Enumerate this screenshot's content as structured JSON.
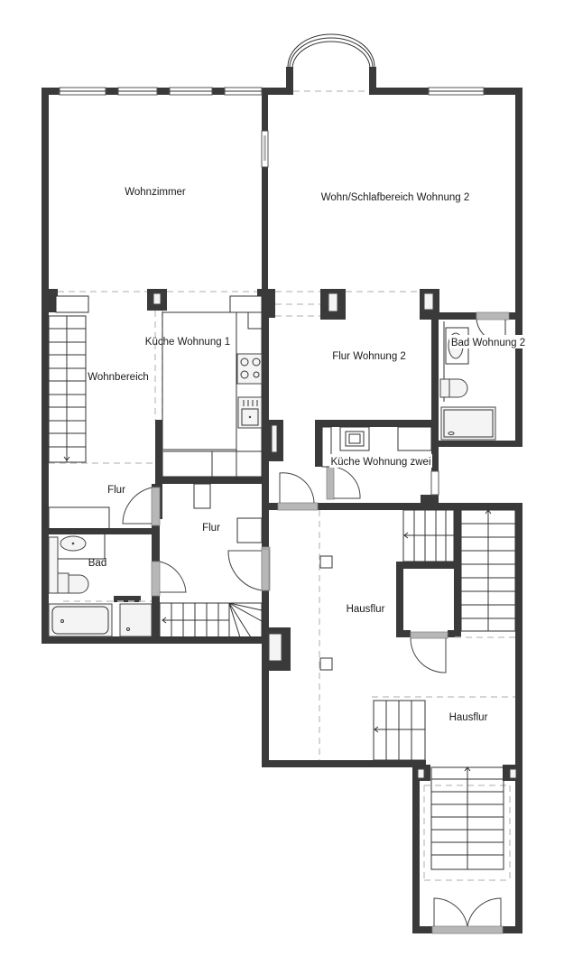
{
  "floorplan": {
    "rooms": {
      "wohnzimmer": "Wohnzimmer",
      "wohn_schlafbereich_w2": "Wohn/Schlafbereich Wohnung 2",
      "kueche_w1": "Küche Wohnung 1",
      "wohnbereich": "Wohnbereich",
      "flur_w2": "Flur Wohnung 2",
      "bad_w2": "Bad Wohnung 2",
      "kueche_w2": "Küche Wohnung zwei",
      "flur_left": "Flur",
      "flur_center": "Flur",
      "bad": "Bad",
      "hausflur_main": "Hausflur",
      "hausflur_lower": "Hausflur"
    },
    "colors": {
      "wall": "#3a3a3a",
      "door": "#b7b7b7",
      "background": "#ffffff"
    }
  }
}
